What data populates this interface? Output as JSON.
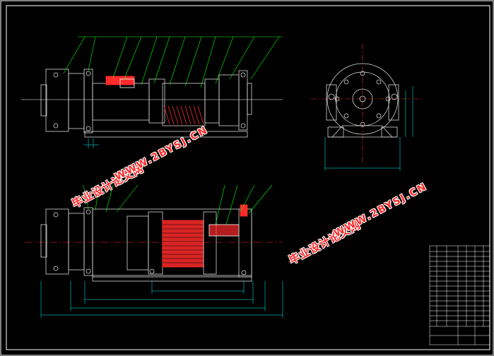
{
  "watermarks": [
    {
      "cn": "毕业设计论文网",
      "url": "WWW.2BYSJ.CN"
    },
    {
      "cn": "毕业设计论文网",
      "url": "WWW.2BYSJ.CN"
    }
  ],
  "title_block": {
    "cells": [
      "",
      "",
      "",
      "",
      "",
      "",
      "",
      "",
      ""
    ]
  },
  "dimensions": {
    "d1": "",
    "d2": "",
    "d3": "",
    "d4": ""
  },
  "colors": {
    "background": "#000000",
    "outline": "#ffffff",
    "centerline": "#ff2a2a",
    "dimension": "#00ffff",
    "leader": "#00ff00",
    "coil": "#ff2a2a",
    "parts": "#d8d8d8"
  }
}
